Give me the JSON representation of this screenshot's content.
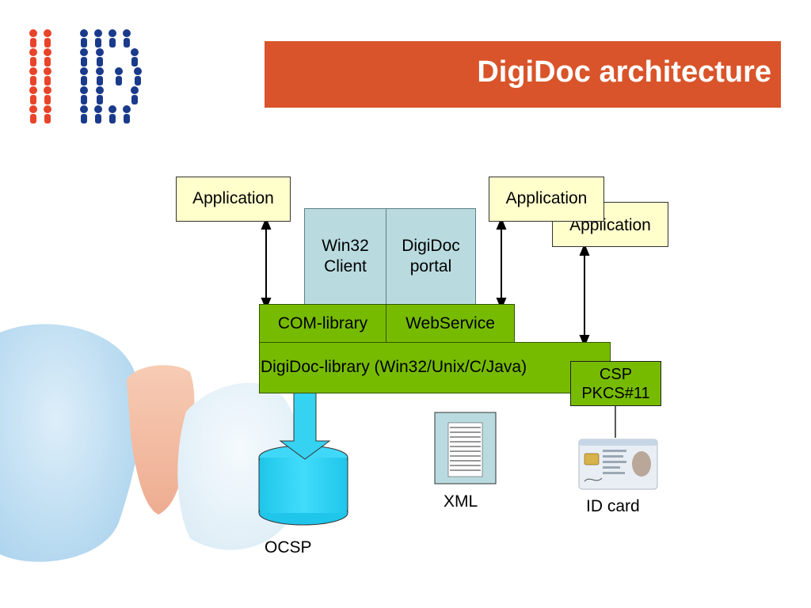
{
  "slide": {
    "title": "DigiDoc architecture"
  },
  "diagram": {
    "applications": [
      "Application",
      "Application",
      "Application"
    ],
    "win32_client": "Win32\nClient",
    "digidoc_portal": "DigiDoc\nportal",
    "com_library": "COM-library",
    "webservice": "WebService",
    "digidoc_library": "DigiDoc-library (Win32/Unix/C/Java)",
    "csp": "CSP\nPKCS#11",
    "xml_label": "XML",
    "id_card_label": "ID card",
    "ocsp_label": "OCSP"
  },
  "colors": {
    "title_bar": "#d9542a",
    "logo_red": "#e8442a",
    "logo_blue": "#1a3a8c",
    "component_green": "#77bb00",
    "application_yellow": "#ffffcc",
    "client_blue": "#b9dbe0",
    "ocsp_cyan": "#22ccee"
  }
}
